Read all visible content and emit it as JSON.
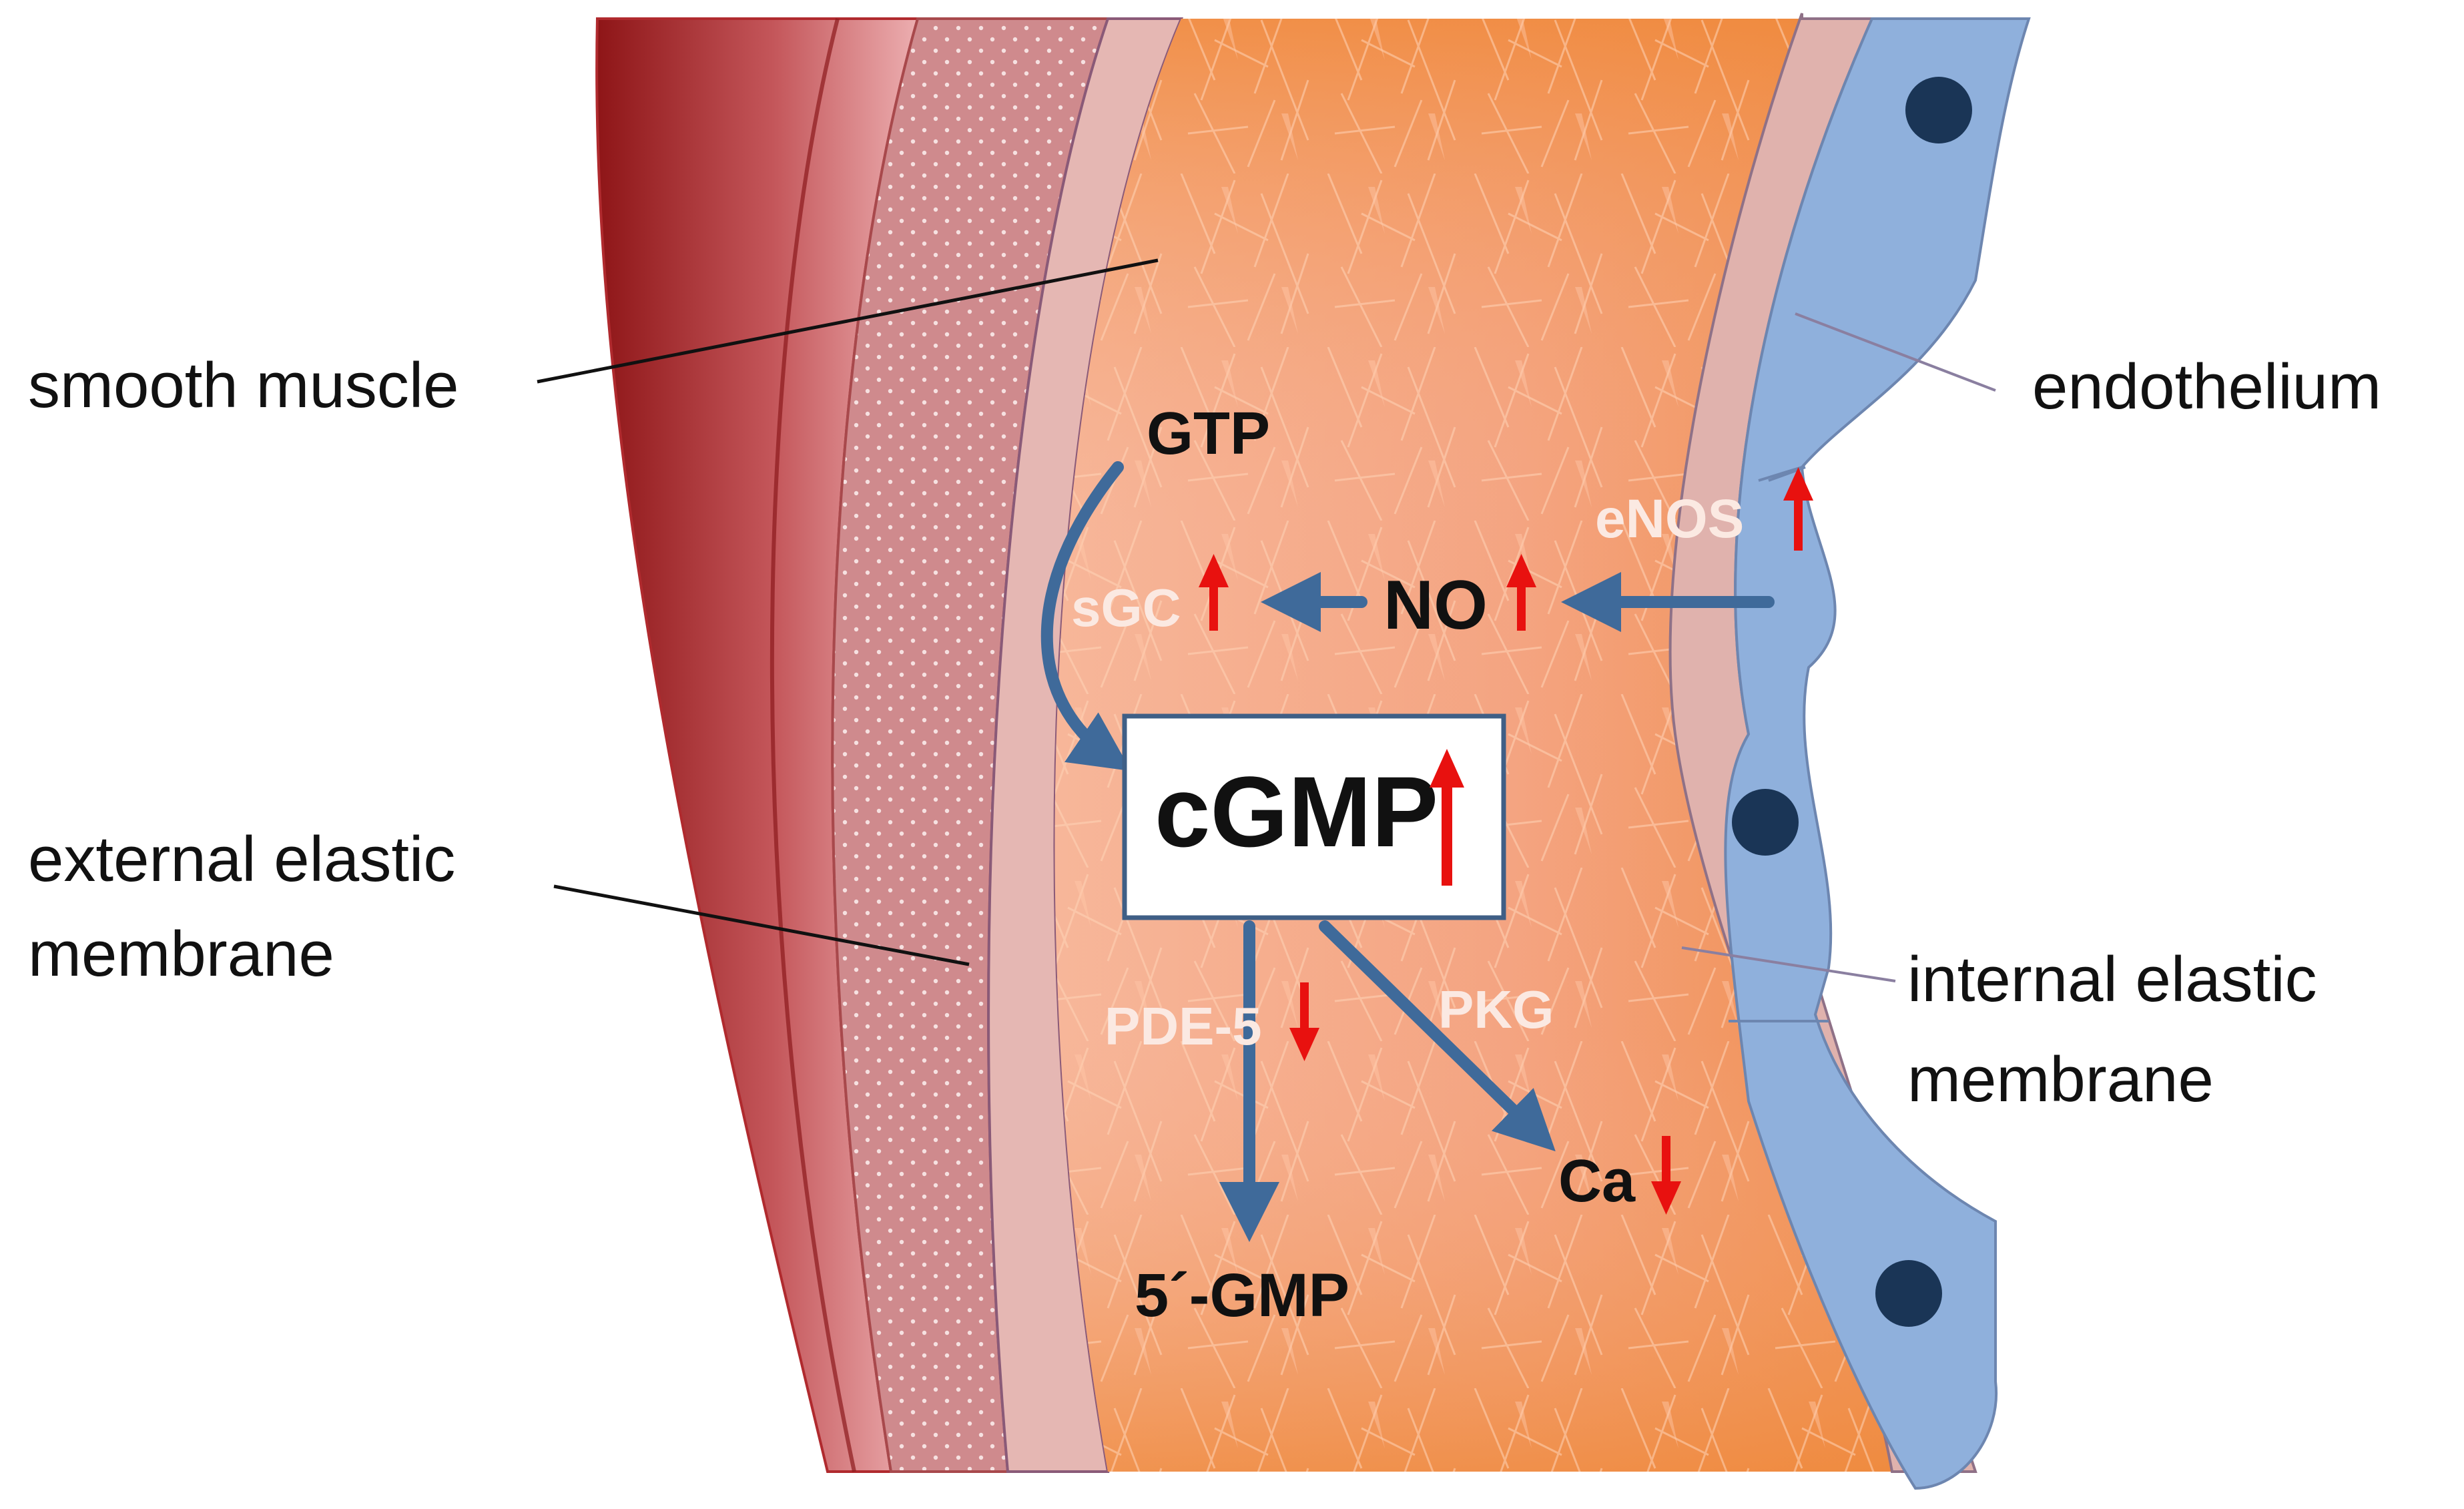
{
  "labels": {
    "smooth_muscle": "smooth muscle",
    "endothelium": "endothelium",
    "external_elastic_line1": "external elastic",
    "external_elastic_line2": "membrane",
    "internal_elastic_line1": "internal elastic",
    "internal_elastic_line2": "membrane"
  },
  "pathway": {
    "gtp": "GTP",
    "sgc": "sGC",
    "no": "NO",
    "enos": "eNOS",
    "cgmp": "cGMP",
    "pde5": "PDE-5",
    "pkg": "PKG",
    "ca": "Ca",
    "gmp5": "5´-GMP"
  },
  "regulation": {
    "enos": "up",
    "no": "up",
    "sgc": "up",
    "cgmp": "up",
    "pde5": "down",
    "ca": "down"
  },
  "colors": {
    "arrow_blue": "#3f6a9a",
    "regulation_red": "#e8110f",
    "endothelium_blue": "#8fb0dc",
    "nucleus": "#1a3556",
    "muscle_orange": "#f2a070",
    "elastic_pink": "#e6b2ad",
    "adventitia_red": "#a3282b"
  }
}
